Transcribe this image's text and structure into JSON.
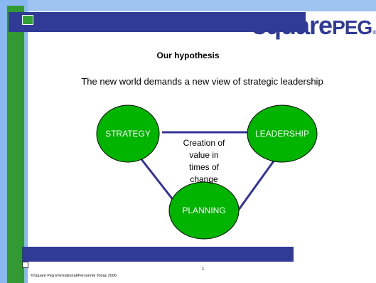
{
  "logo": {
    "part1": "square",
    "part2": "PEG",
    "reg": "®"
  },
  "slide": {
    "title": "Our hypothesis",
    "subtitle": "The new world demands a new view of strategic leadership"
  },
  "diagram": {
    "nodes": {
      "strategy": "STRATEGY",
      "leadership": "LEADERSHIP",
      "planning": "PLANNING"
    },
    "center_lines": [
      "Creation of",
      "value in",
      "times of",
      "change"
    ],
    "colors": {
      "node_fill": "#00b400",
      "edge": "#333399"
    }
  },
  "footer": {
    "copyright": "©Square Peg International/Personnel Today  2006",
    "page_number": "1"
  }
}
